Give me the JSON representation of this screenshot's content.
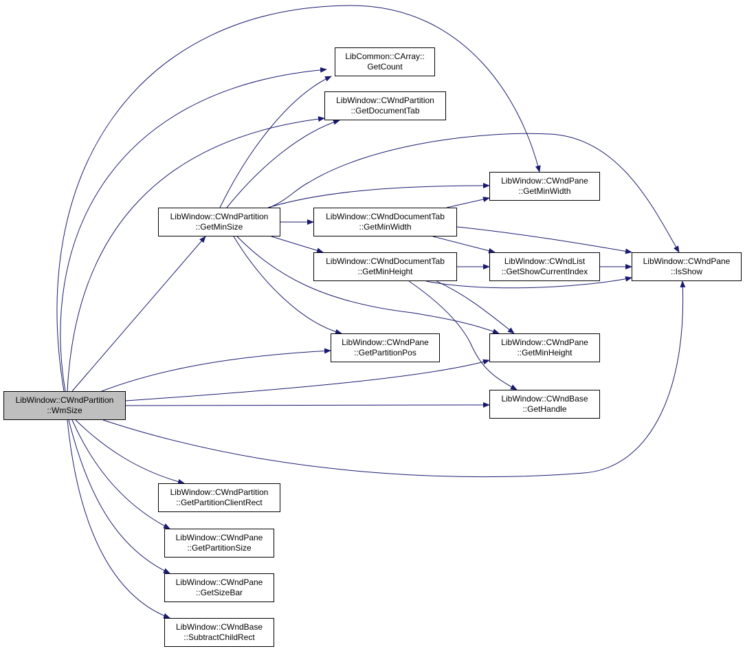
{
  "colors": {
    "edge": "#191970",
    "node_border": "#000000",
    "root_fill": "#bfbfbf",
    "node_fill": "#ffffff"
  },
  "nodes": {
    "wmsize": {
      "line1": "LibWindow::CWndPartition",
      "line2": "::WmSize"
    },
    "carray_getcount": {
      "line1": "LibCommon::CArray::",
      "line2": "GetCount"
    },
    "part_getdocumenttab": {
      "line1": "LibWindow::CWndPartition",
      "line2": "::GetDocumentTab"
    },
    "part_getminsize": {
      "line1": "LibWindow::CWndPartition",
      "line2": "::GetMinSize"
    },
    "pane_getminwidth": {
      "line1": "LibWindow::CWndPane",
      "line2": "::GetMinWidth"
    },
    "doctab_getminwidth": {
      "line1": "LibWindow::CWndDocumentTab",
      "line2": "::GetMinWidth"
    },
    "doctab_getminheight": {
      "line1": "LibWindow::CWndDocumentTab",
      "line2": "::GetMinHeight"
    },
    "list_getshowcurrentindex": {
      "line1": "LibWindow::CWndList",
      "line2": "::GetShowCurrentIndex"
    },
    "pane_isshow": {
      "line1": "LibWindow::CWndPane",
      "line2": "::IsShow"
    },
    "pane_getpartitionpos": {
      "line1": "LibWindow::CWndPane",
      "line2": "::GetPartitionPos"
    },
    "pane_getminheight": {
      "line1": "LibWindow::CWndPane",
      "line2": "::GetMinHeight"
    },
    "base_gethandle": {
      "line1": "LibWindow::CWndBase",
      "line2": "::GetHandle"
    },
    "part_getpartitionclientrect": {
      "line1": "LibWindow::CWndPartition",
      "line2": "::GetPartitionClientRect"
    },
    "pane_getpartitionsize": {
      "line1": "LibWindow::CWndPane",
      "line2": "::GetPartitionSize"
    },
    "pane_getsizebar": {
      "line1": "LibWindow::CWndPane",
      "line2": "::GetSizeBar"
    },
    "base_subtractchildrect": {
      "line1": "LibWindow::CWndBase",
      "line2": "::SubtractChildRect"
    }
  },
  "edges": [
    {
      "from": "wmsize",
      "to": "carray_getcount"
    },
    {
      "from": "wmsize",
      "to": "part_getdocumenttab"
    },
    {
      "from": "wmsize",
      "to": "part_getminsize"
    },
    {
      "from": "wmsize",
      "to": "pane_getminwidth"
    },
    {
      "from": "wmsize",
      "to": "pane_getpartitionpos"
    },
    {
      "from": "wmsize",
      "to": "pane_getminheight"
    },
    {
      "from": "wmsize",
      "to": "base_gethandle"
    },
    {
      "from": "wmsize",
      "to": "pane_isshow"
    },
    {
      "from": "wmsize",
      "to": "part_getpartitionclientrect"
    },
    {
      "from": "wmsize",
      "to": "pane_getpartitionsize"
    },
    {
      "from": "wmsize",
      "to": "pane_getsizebar"
    },
    {
      "from": "wmsize",
      "to": "base_subtractchildrect"
    },
    {
      "from": "part_getminsize",
      "to": "carray_getcount"
    },
    {
      "from": "part_getminsize",
      "to": "part_getdocumenttab"
    },
    {
      "from": "part_getminsize",
      "to": "pane_getminwidth"
    },
    {
      "from": "part_getminsize",
      "to": "pane_isshow"
    },
    {
      "from": "part_getminsize",
      "to": "doctab_getminwidth"
    },
    {
      "from": "part_getminsize",
      "to": "doctab_getminheight"
    },
    {
      "from": "part_getminsize",
      "to": "pane_getpartitionpos"
    },
    {
      "from": "part_getminsize",
      "to": "pane_getminheight"
    },
    {
      "from": "doctab_getminwidth",
      "to": "pane_getminwidth"
    },
    {
      "from": "doctab_getminwidth",
      "to": "pane_isshow"
    },
    {
      "from": "doctab_getminwidth",
      "to": "list_getshowcurrentindex"
    },
    {
      "from": "doctab_getminheight",
      "to": "list_getshowcurrentindex"
    },
    {
      "from": "doctab_getminheight",
      "to": "pane_isshow"
    },
    {
      "from": "doctab_getminheight",
      "to": "pane_getminheight"
    },
    {
      "from": "doctab_getminheight",
      "to": "base_gethandle"
    },
    {
      "from": "list_getshowcurrentindex",
      "to": "pane_isshow"
    }
  ]
}
